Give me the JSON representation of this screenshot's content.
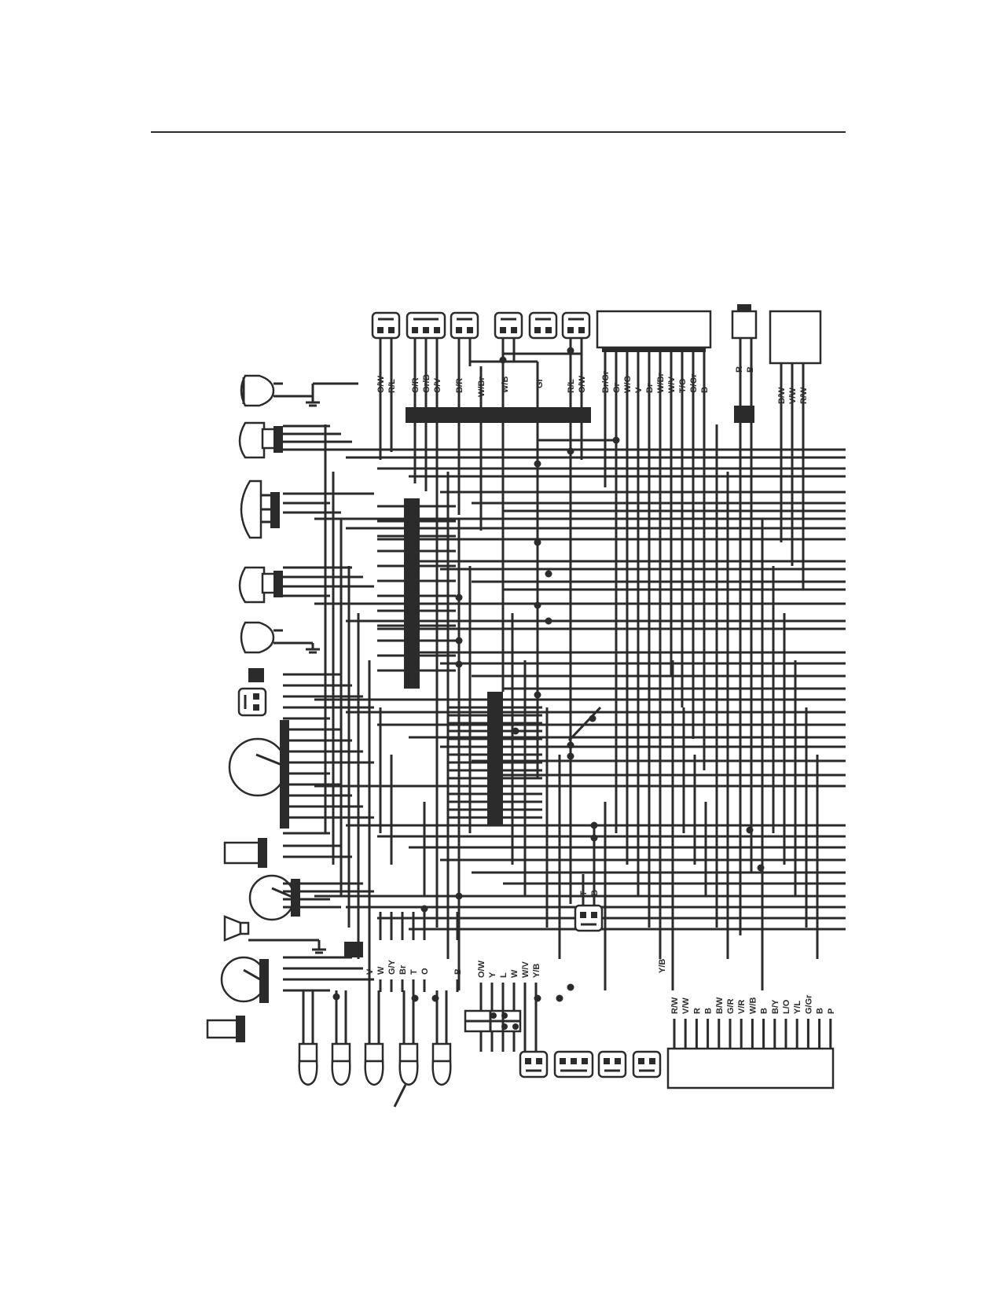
{
  "top_connectors": [
    {
      "labels": [
        "O/W",
        "R/L"
      ]
    },
    {
      "labels": [
        "G/R",
        "Gr/B",
        "O/V"
      ]
    },
    {
      "labels": [
        "B/R"
      ]
    },
    {
      "labels": [
        "W/Br",
        "W/B"
      ]
    },
    {
      "labels": [
        "Gr"
      ]
    },
    {
      "labels": [
        "R/L",
        "O/W"
      ]
    }
  ],
  "top_block_labels": [
    "Br/Gr",
    "Gr",
    "W/G",
    "V",
    "Br",
    "W/Br",
    "W/V",
    "T/G",
    "G/Gr",
    "B"
  ],
  "fuse_labels": [
    "R",
    "B"
  ],
  "relay_labels": [
    "B/W",
    "V/W",
    "R/W"
  ],
  "bottom_left_labels": [
    "V",
    "W",
    "G/Y",
    "Br",
    "T",
    "O",
    "B"
  ],
  "bottom_mid_labels": [
    "O/W",
    "Y",
    "L",
    "W",
    "W/V",
    "Y/B"
  ],
  "sensor_labels": [
    "T",
    "B"
  ],
  "mid_yb_label": "Y/B",
  "ecu_labels": [
    "R/W",
    "V/W",
    "R",
    "B",
    "B/W",
    "G/R",
    "V/R",
    "W/B",
    "B",
    "B/Y",
    "L/O",
    "Y/L",
    "G/Gr",
    "B",
    "P"
  ]
}
